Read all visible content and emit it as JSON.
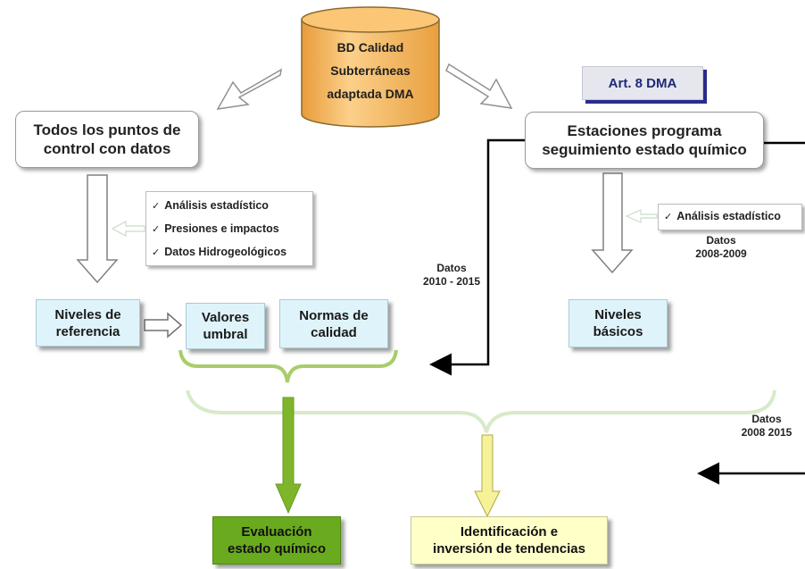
{
  "database": {
    "lines": [
      "BD Calidad",
      "Subterráneas",
      "adaptada DMA"
    ]
  },
  "art8_label": "Art. 8 DMA",
  "left_box": {
    "lines": [
      "Todos los puntos de",
      "control con datos"
    ]
  },
  "right_box": {
    "lines": [
      "Estaciones programa",
      "seguimiento estado químico"
    ]
  },
  "left_checklist": [
    "Análisis estadístico",
    "Presiones e impactos",
    "Datos Hidrogeológicos"
  ],
  "right_checklist": [
    "Análisis estadístico"
  ],
  "check_symbol": "✓",
  "niveles_referencia": {
    "lines": [
      "Niveles de",
      "referencia"
    ]
  },
  "valores_umbral": {
    "lines": [
      "Valores",
      "umbral"
    ]
  },
  "normas_calidad": {
    "lines": [
      "Normas de",
      "calidad"
    ]
  },
  "niveles_basicos": {
    "lines": [
      "Niveles",
      "básicos"
    ]
  },
  "datos_2008_2009": {
    "lines": [
      "Datos",
      "2008-2009"
    ]
  },
  "datos_2010_2015": {
    "lines": [
      "Datos",
      "2010 - 2015"
    ]
  },
  "datos_2008_2015": {
    "lines": [
      "Datos",
      "2008   2015"
    ]
  },
  "evaluacion": {
    "lines": [
      "Evaluación",
      "estado químico"
    ]
  },
  "identificacion": {
    "lines": [
      "Identificación e",
      "inversión de tendencias"
    ]
  },
  "colors": {
    "database_fill": "#f4b860",
    "light_blue_box": "#dff4fa",
    "green_box": "#6aaa1e",
    "yellow_box": "#ffffc8",
    "green_arrow": "#7fb52a",
    "yellow_arrow": "#f6f29a",
    "art8_shadow": "#2b2b8c"
  }
}
